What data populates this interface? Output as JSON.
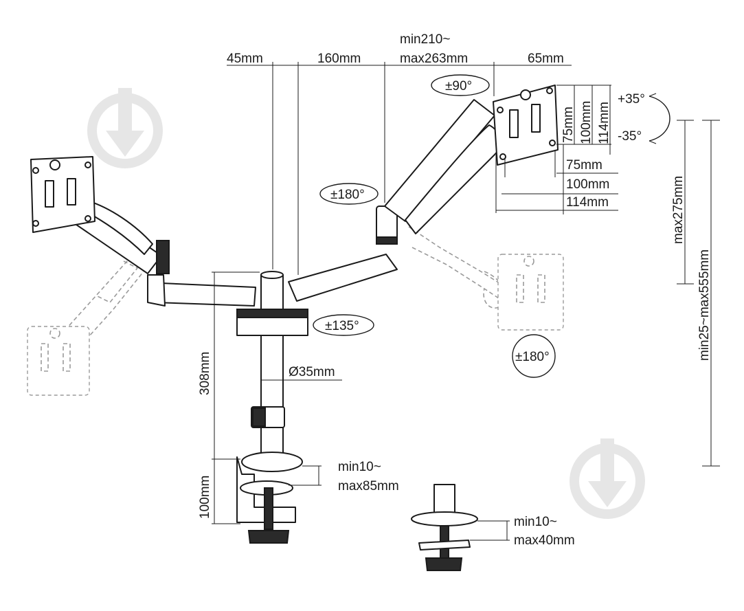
{
  "dimensions": {
    "offset_pole": "45mm",
    "arm_segment": "160mm",
    "arm_extension_min": "min210~",
    "arm_extension_max": "max263mm",
    "plate_offset": "65mm",
    "tilt_up": "+35°",
    "tilt_down": "-35°",
    "vesa_v_75": "75mm",
    "vesa_v_100": "100mm",
    "vesa_v_114": "114mm",
    "vesa_h_75": "75mm",
    "vesa_h_100": "100mm",
    "vesa_h_114": "114mm",
    "height_adjust": "max275mm",
    "total_height": "min25~max555mm",
    "pole_height": "308mm",
    "pole_diameter": "Ø35mm",
    "clamp_height": "100mm",
    "clamp_range_min": "min10~",
    "clamp_range_max": "max85mm",
    "grommet_range_min": "min10~",
    "grommet_range_max": "max40mm"
  },
  "rotations": {
    "swivel_plate": "±90°",
    "arm_rotation": "±180°",
    "base_rotation": "±135°",
    "screen_rotation": "±180°"
  },
  "icons": [
    "watermark-logo-icon",
    "monitor-arm-drawing",
    "grommet-mount-drawing"
  ]
}
